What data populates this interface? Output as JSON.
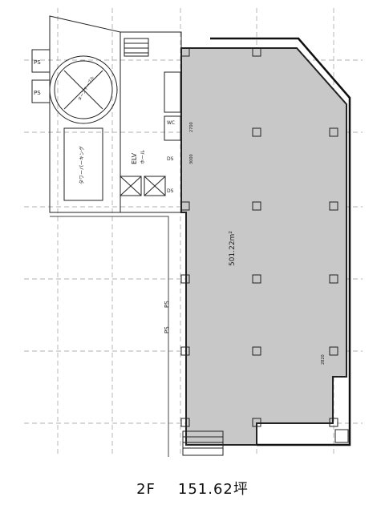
{
  "caption": {
    "floor": "2F",
    "area": "151.62坪"
  },
  "floor_area_label": "501.22m²",
  "labels": {
    "ps1": "PS",
    "ps2": "PS",
    "ps3": "PS",
    "ps4": "PS",
    "elv": "ELV",
    "elv_hall": "ホール",
    "tower_parking": "タワーパーキング",
    "turntable": "ターンテーブル",
    "dim_2700": "2700",
    "dim_3000": "3000",
    "dim_2820": "2820",
    "wc": "WC",
    "ds_left": "DS",
    "ds_left2": "DS"
  }
}
